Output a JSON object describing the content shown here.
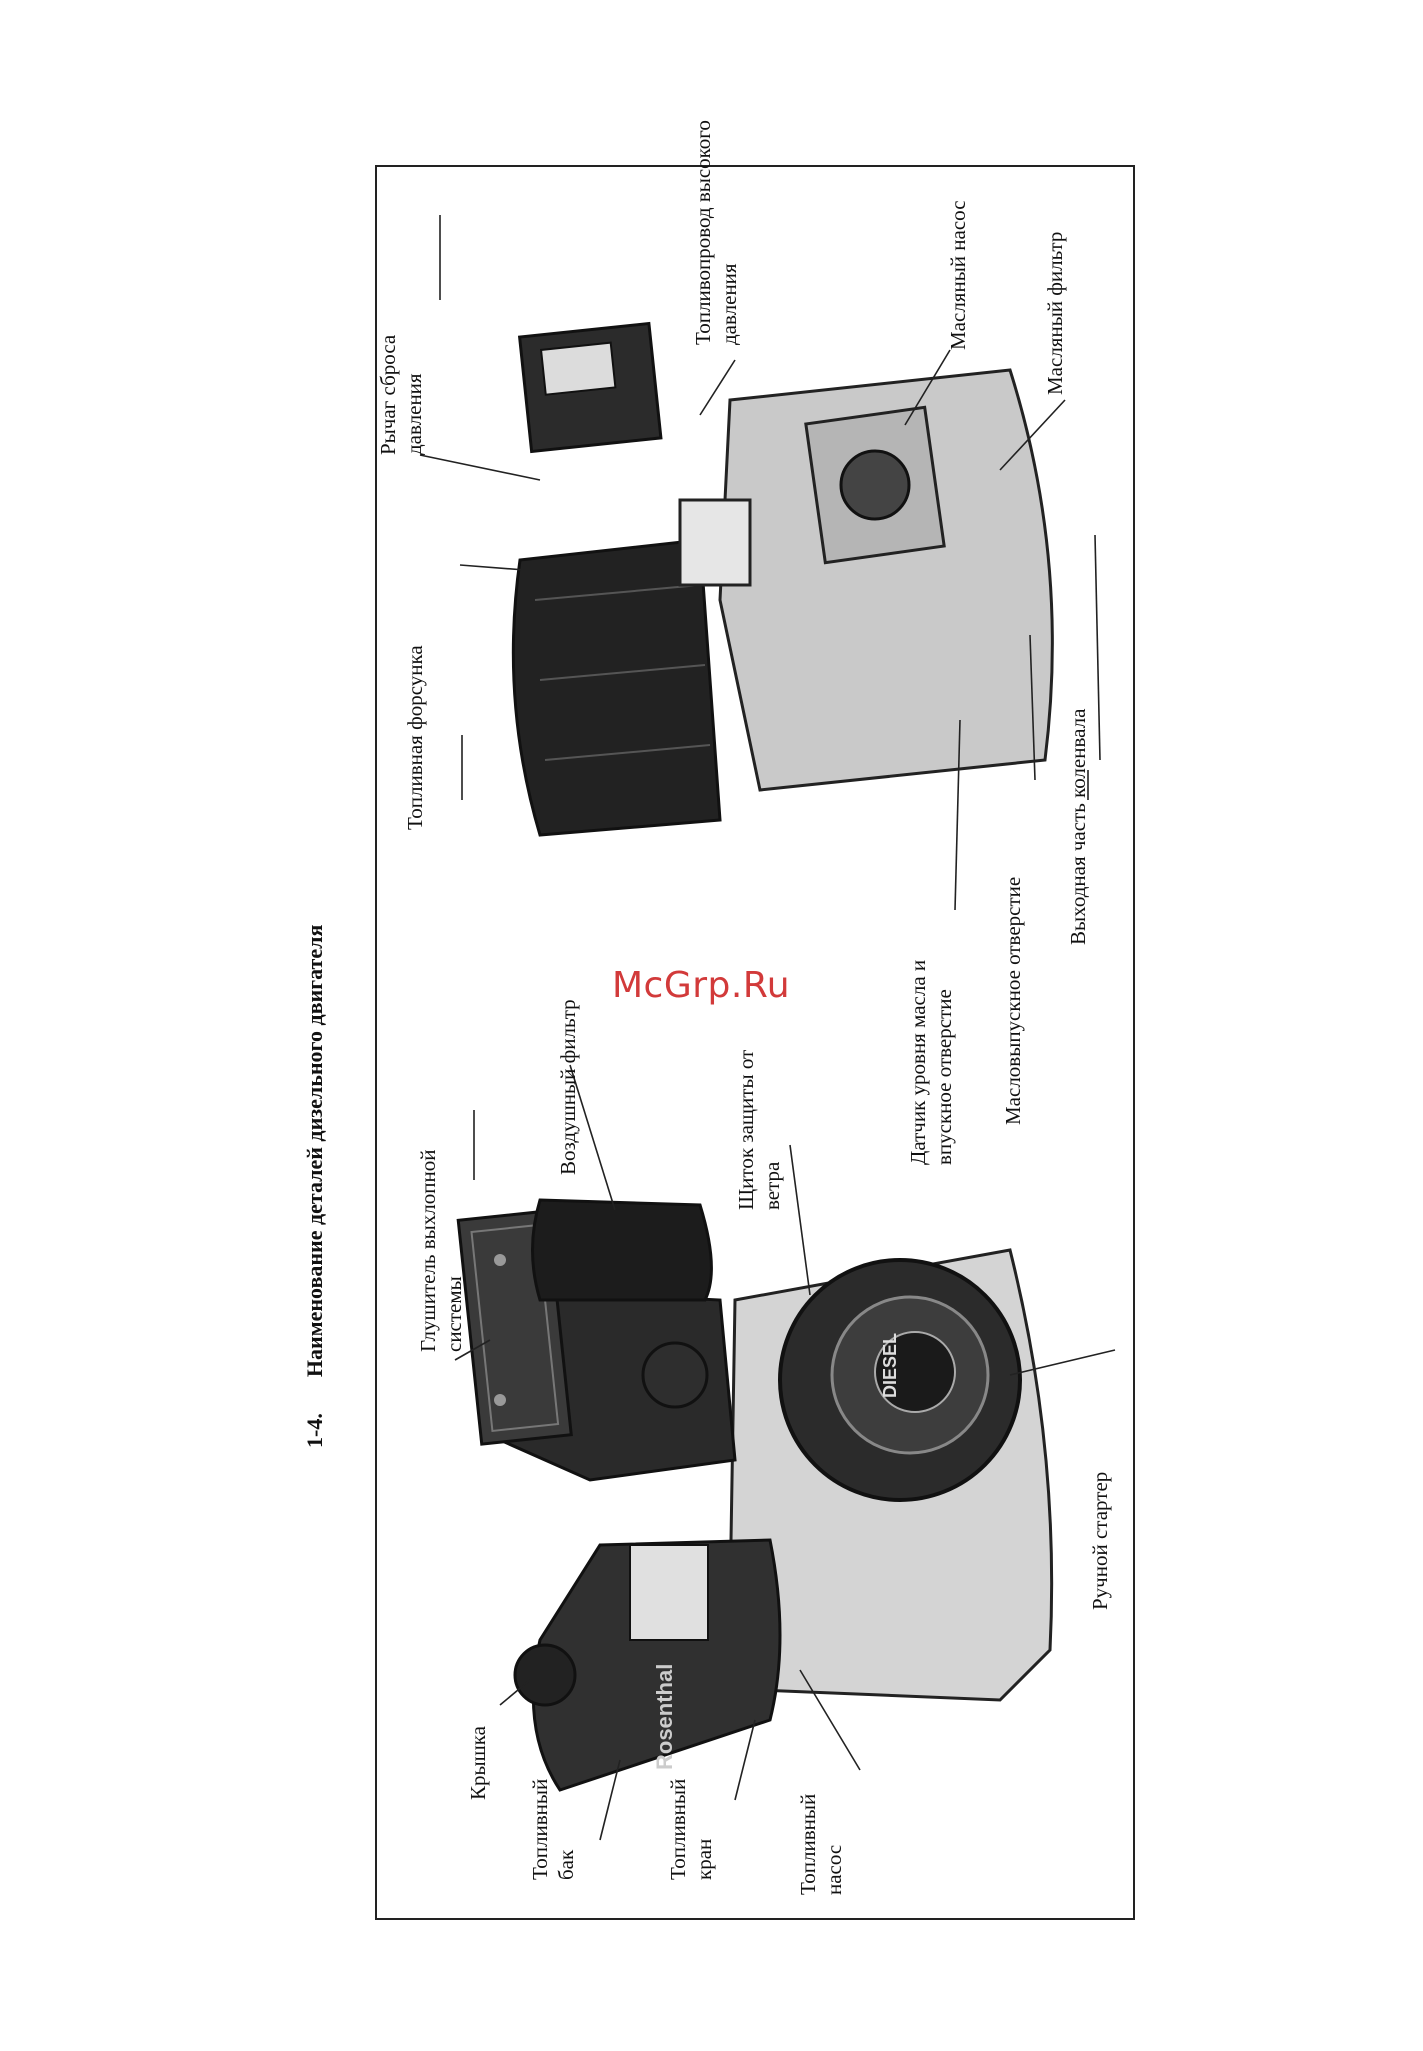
{
  "page": {
    "section_title": "Наименование деталей дизельного двигателя",
    "section_number": "1-4.",
    "watermark": "McGrp.Ru"
  },
  "labels": {
    "muffler": "Глушитель выхлопной системы",
    "air_filter": "Воздушный фильтр",
    "wind_shield": "Щиток защиты от ветра",
    "fuel_cap": "Крышка",
    "fuel_tank": "Топливный бак",
    "fuel_cock": "Топливный кран",
    "fuel_pump": "Топливный насос",
    "recoil_starter": "Ручной стартер",
    "fuel_injector": "Топливная форсунка",
    "decompression_lever": "Рычаг сброса давления",
    "high_pressure_pipe": "Топливопровод высокого давления",
    "oil_pump": "Масляный насос",
    "oil_filter": "Масляный фильтр",
    "oil_level_sensor": "Датчик уровня масла и впускное отверстие",
    "oil_drain": "Масловыпускное отверстие",
    "crankshaft_output": "Выходная часть коленвала"
  },
  "engine_decals": {
    "tank_brand": "Rosenthal",
    "starter_badge": "DIESEL"
  },
  "colors": {
    "ink": "#111111",
    "frame": "#222222",
    "watermark": "#d23a3a"
  }
}
